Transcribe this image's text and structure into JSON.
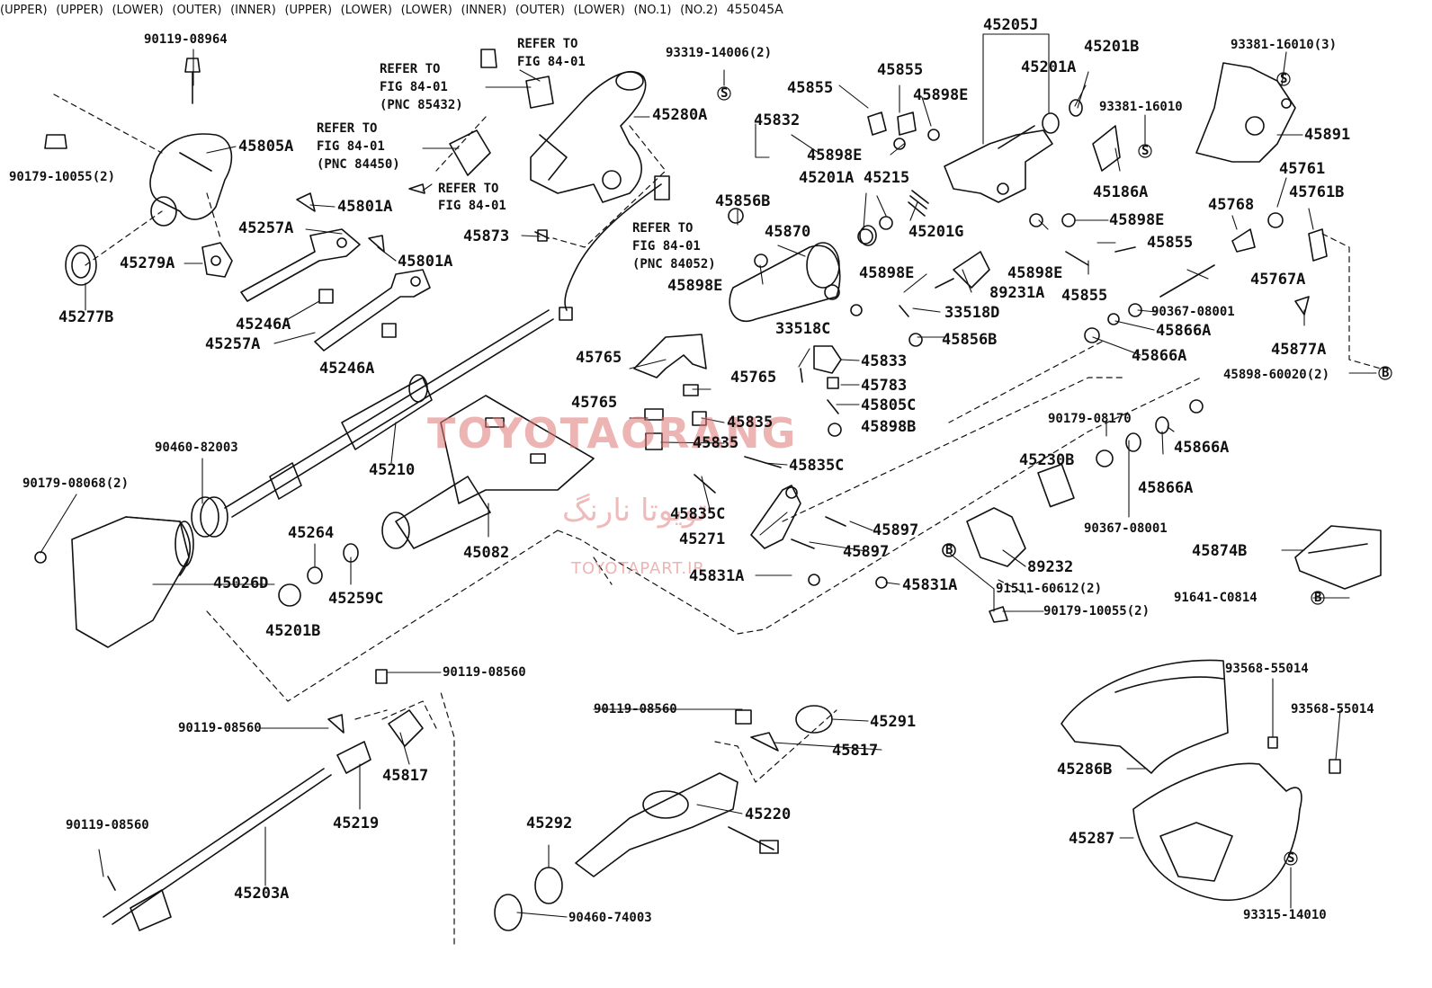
{
  "figure_code": "455045A",
  "watermark": {
    "brand": "TOYOTAORANG",
    "persian": "تویوتا نارنگ",
    "url": "TOYOTAPART.IR"
  },
  "labels": {
    "p90119_08964": "90119-08964",
    "p90179_10055_2a": "90179-10055(2)",
    "p45805A": "45805A",
    "p45279A": "45279A",
    "p45277B": "45277B",
    "refer_84_01_a": "REFER TO",
    "refer_84_01_a2": "FIG 84-01",
    "refer_84_01_b": "REFER TO",
    "refer_84_01_b2": "FIG 84-01",
    "refer_84_01_b3": "(PNC 85432)",
    "refer_84_01_c": "REFER TO",
    "refer_84_01_c2": "FIG 84-01",
    "refer_84_01_c3": "(PNC 84450)",
    "refer_84_01_d": "REFER TO",
    "refer_84_01_d2": "FIG 84-01",
    "refer_84_01_e": "REFER TO",
    "refer_84_01_e2": "FIG 84-01",
    "refer_84_01_e3": "(PNC 84052)",
    "p45280A": "45280A",
    "p45801A_1": "45801A",
    "p45257A_1": "45257A",
    "p45801A_2": "45801A",
    "p45873": "45873",
    "p45246A_1": "45246A",
    "p45257A_2": "45257A",
    "p45246A_2": "45246A",
    "p93319_14006_2": "93319-14006(2)",
    "p45832": "45832",
    "p45898E_1": "45898E",
    "p45856B_1": "45856B",
    "p45898E_2": "45898E",
    "p45855_1": "45855",
    "p45855_2": "45855",
    "p45898E_3": "45898E",
    "p45205J": "45205J",
    "p45201B_top": "45201B",
    "p_upper_1": "(UPPER)",
    "p45201A_upper": "45201A",
    "p_upper_2": "(UPPER)",
    "p93381_16010_3": "93381-16010(3)",
    "p93381_16010": "93381-16010",
    "p45891": "45891",
    "p45201A_lower": "45201A",
    "p45215": "45215",
    "p_lower_1": "(LOWER)",
    "p45201G": "45201G",
    "p45870": "45870",
    "p45898E_4": "45898E",
    "p45186A": "45186A",
    "p45761": "45761",
    "p45768": "45768",
    "p45761B": "45761B",
    "p45898E_5": "45898E",
    "p45855_3": "45855",
    "p45898E_6": "45898E",
    "p45855_4": "45855",
    "p45767A": "45767A",
    "p89231A": "89231A",
    "p90367_08001_a": "90367-08001",
    "p33518D": "33518D",
    "p33518C": "33518C",
    "p45856B_2": "45856B",
    "p45866A_outer": "45866A",
    "p_outer_1": "(OUTER)",
    "p45866A_inner": "45866A",
    "p_inner_1": "(INNER)",
    "p45877A": "45877A",
    "p45898_60020_2": "45898-60020(2)",
    "p45765_upper": "45765",
    "p_upper_3": "(UPPER)",
    "p45833": "45833",
    "p45783": "45783",
    "p45765_lower_r": "45765",
    "p_lower_2": "(LOWER)",
    "p45805C": "45805C",
    "p45765_lower_l": "45765",
    "p_lower_3": "(LOWER)",
    "p45898B": "45898B",
    "p45835_1": "45835",
    "p45835_2": "45835",
    "p45835C_1": "45835C",
    "p45835C_2": "45835C",
    "p90179_08170": "90179-08170",
    "p45866A_inner2": "45866A",
    "p_inner_2": "(INNER)",
    "p45230B": "45230B",
    "p45866A_outer2": "45866A",
    "p_outer_2": "(OUTER)",
    "p90367_08001_b": "90367-08001",
    "p45874B": "45874B",
    "p90460_82003": "90460-82003",
    "p45210": "45210",
    "p90179_08068_2": "90179-08068(2)",
    "p45264": "45264",
    "p45082": "45082",
    "p45271": "45271",
    "p45897_1": "45897",
    "p45897_2": "45897",
    "p45026D": "45026D",
    "p45259C": "45259C",
    "p45831A_1": "45831A",
    "p45831A_2": "45831A",
    "p89232": "89232",
    "p91511_60612_2": "91511-60612(2)",
    "p91641_C0814": "91641-C0814",
    "p45201B_lower": "45201B",
    "p_lower_4": "(LOWER)",
    "p90179_10055_2b": "90179-10055(2)",
    "p90119_08560_1": "90119-08560",
    "p90119_08560_2": "90119-08560",
    "p90119_08560_3": "90119-08560",
    "p90119_08560_4": "90119-08560",
    "p45291": "45291",
    "p45817_no1": "45817",
    "p_no1": "(NO.1)",
    "p45817_no2": "45817",
    "p_no2": "(NO.2)",
    "p45219": "45219",
    "p45220": "45220",
    "p45292": "45292",
    "p45203A": "45203A",
    "p90460_74003": "90460-74003",
    "p93568_55014_1": "93568-55014",
    "p93568_55014_2": "93568-55014",
    "p45286B": "45286B",
    "p45287": "45287",
    "p93315_14010": "93315-14010",
    "sym_s": "S",
    "sym_b": "B"
  }
}
